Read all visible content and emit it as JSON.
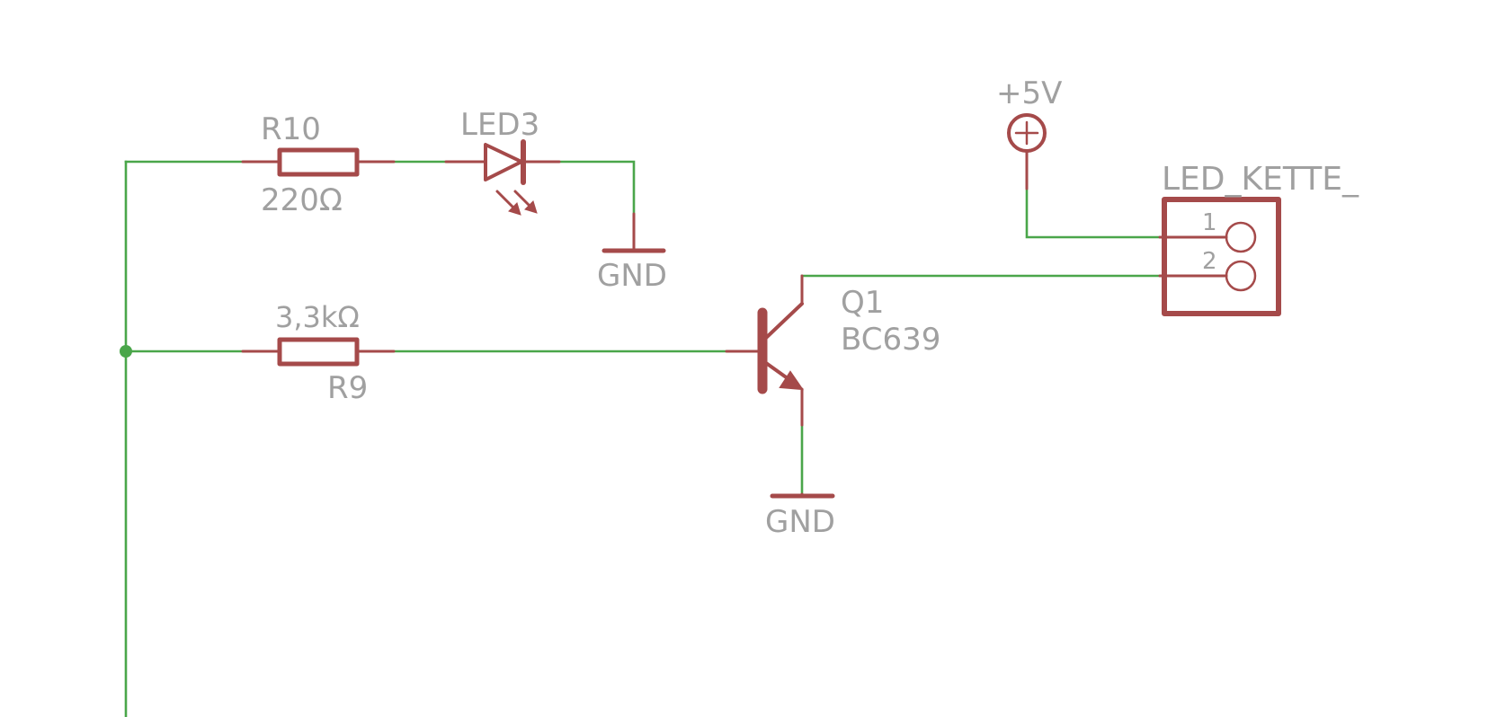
{
  "colors": {
    "background": "#ffffff",
    "wire": "#4aa64a",
    "symbol": "#a54a4a",
    "label": "#a0a0a0"
  },
  "components": {
    "r10": {
      "name": "R10",
      "value": "220Ω"
    },
    "led3": {
      "name": "LED3"
    },
    "r9": {
      "name": "R9",
      "value": "3,3kΩ"
    },
    "q1": {
      "name": "Q1",
      "value": "BC639"
    },
    "gnd_led": {
      "label": "GND"
    },
    "gnd_q1": {
      "label": "GND"
    },
    "supply": {
      "label": "+5V"
    },
    "connector": {
      "name": "LED_KETTE_",
      "pin1": "1",
      "pin2": "2"
    }
  }
}
